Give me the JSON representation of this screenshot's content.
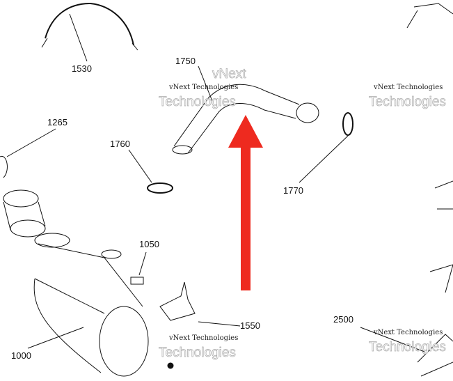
{
  "parts": [
    {
      "id": "1530",
      "label": "1530"
    },
    {
      "id": "1750",
      "label": "1750"
    },
    {
      "id": "1265",
      "label": "1265"
    },
    {
      "id": "1760",
      "label": "1760"
    },
    {
      "id": "1770",
      "label": "1770"
    },
    {
      "id": "1050",
      "label": "1050"
    },
    {
      "id": "1550",
      "label": "1550"
    },
    {
      "id": "1000",
      "label": "1000"
    },
    {
      "id": "2500",
      "label": "2500"
    }
  ],
  "watermark": {
    "line1": "vNext Technologies",
    "line2": "Technologies",
    "line3": "vNext"
  },
  "colors": {
    "arrow": "#ee2a1f",
    "lines": "#111111"
  }
}
